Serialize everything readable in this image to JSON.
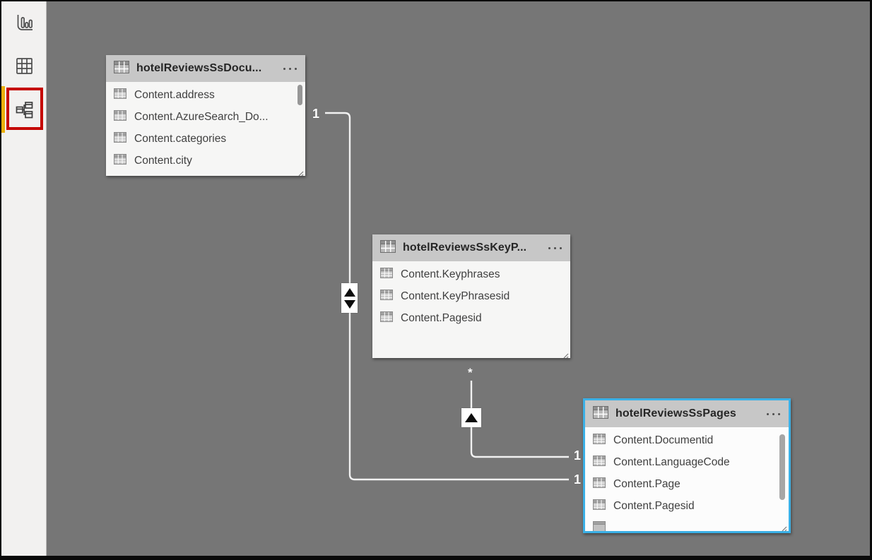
{
  "app": {
    "name": "Power BI model view",
    "view": "Model"
  },
  "sidebar": {
    "items": [
      {
        "id": "report-view",
        "label": "Report view",
        "selected": false
      },
      {
        "id": "data-view",
        "label": "Data view",
        "selected": false
      },
      {
        "id": "model-view",
        "label": "Model view",
        "selected": true,
        "highlighted": true
      }
    ],
    "selected_indicator_color": "#ecb00c",
    "highlight_box_color": "#c50500"
  },
  "canvas": {
    "background_color": "#767676",
    "relationship_line_color": "#f1f1f1",
    "selection_border_color": "#3bb0e6",
    "tables": [
      {
        "title": "hotelReviewsSsDocu...",
        "menu_icon": "more-options-ellipsis",
        "fields": [
          "Content.address",
          "Content.AzureSearch_Do...",
          "Content.categories",
          "Content.city"
        ],
        "has_scrollbar": true,
        "has_partial_row": true,
        "selected": false
      },
      {
        "title": "hotelReviewsSsKeyP...",
        "menu_icon": "more-options-ellipsis",
        "fields": [
          "Content.Keyphrases",
          "Content.KeyPhrasesid",
          "Content.Pagesid"
        ],
        "has_scrollbar": false,
        "has_partial_row": false,
        "selected": false
      },
      {
        "title": "hotelReviewsSsPages",
        "menu_icon": "more-options-ellipsis",
        "fields": [
          "Content.Documentid",
          "Content.LanguageCode",
          "Content.Page",
          "Content.Pagesid"
        ],
        "has_scrollbar": true,
        "has_partial_row": true,
        "selected": true
      }
    ],
    "relationships": [
      {
        "from_table": "hotelReviewsSsDocu...",
        "to_table": "hotelReviewsSsPages",
        "from_label": "1",
        "to_label": "1",
        "cross_filter_direction": "both"
      },
      {
        "from_table": "hotelReviewsSsKeyP...",
        "to_table": "hotelReviewsSsPages",
        "from_label": "*",
        "to_label": "1",
        "cross_filter_direction": "single-toward-keyphrases"
      }
    ]
  }
}
